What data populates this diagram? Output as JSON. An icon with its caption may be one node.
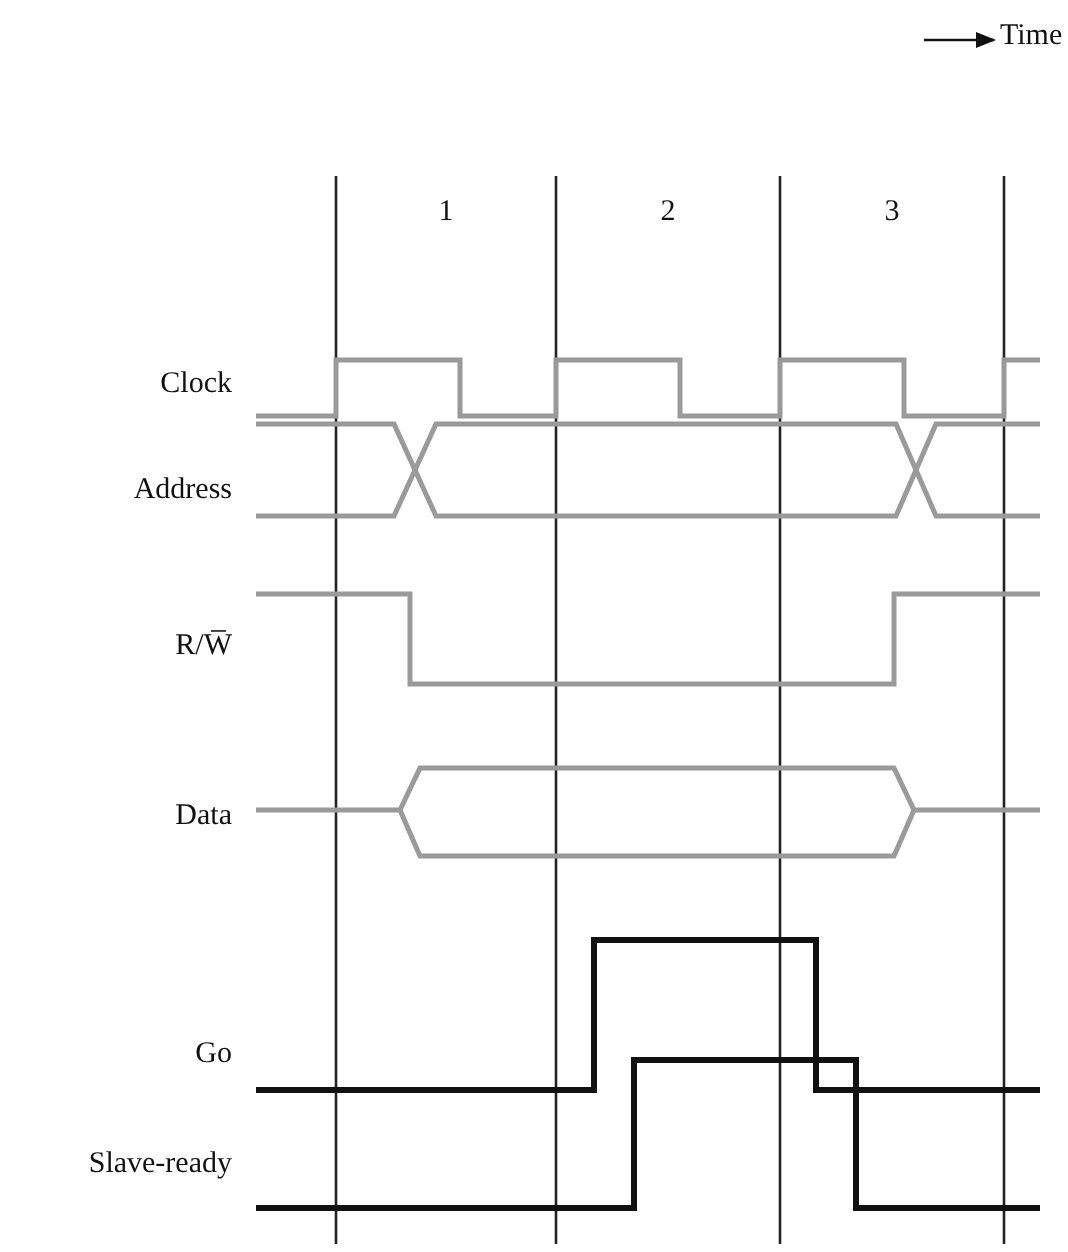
{
  "diagram": {
    "labels": [
      "Time",
      "1",
      "2",
      "3",
      "Clock",
      "Address",
      "R/W̅",
      "Data",
      "Go",
      "Slave-ready"
    ]
  }
}
